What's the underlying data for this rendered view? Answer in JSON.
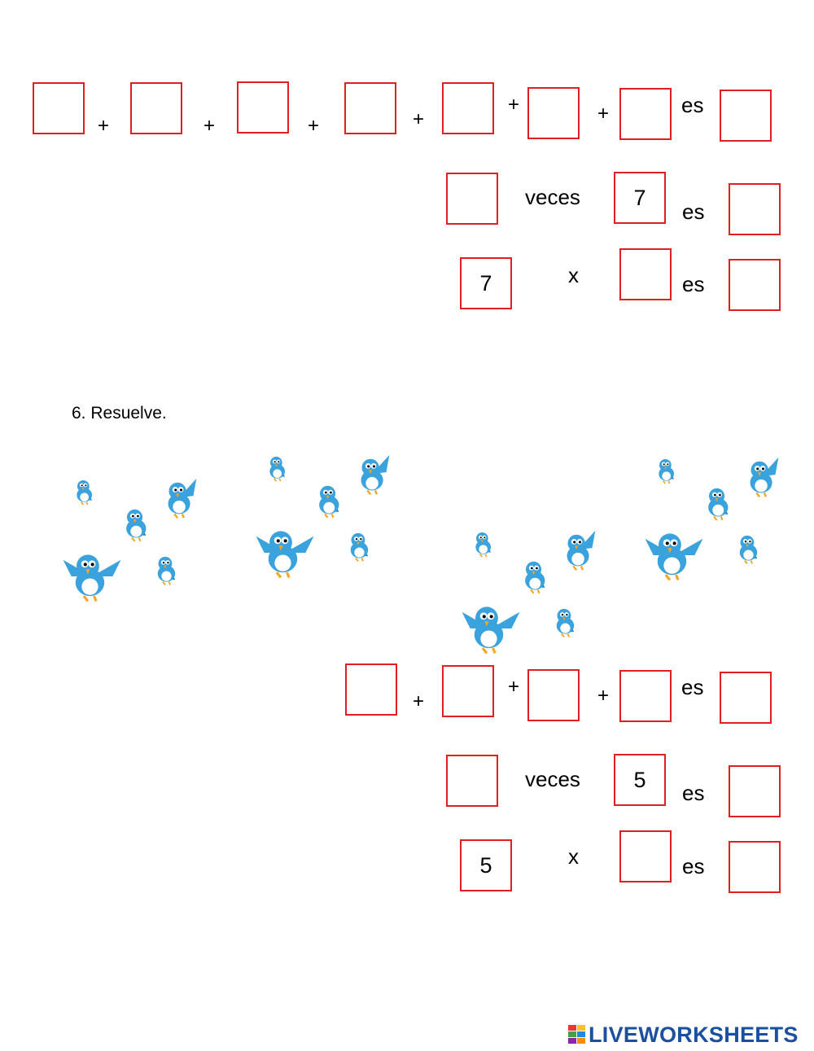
{
  "section5": {
    "addition": {
      "plus": "+",
      "equals_word": "es"
    },
    "times_row": {
      "word": "veces",
      "given": "7",
      "equals_word": "es"
    },
    "mult_row": {
      "given": "7",
      "operator": "x",
      "equals_word": "es"
    }
  },
  "section6": {
    "heading": "6.  Resuelve.",
    "addition": {
      "plus": "+",
      "equals_word": "es"
    },
    "times_row": {
      "word": "veces",
      "given": "5",
      "equals_word": "es"
    },
    "mult_row": {
      "given": "5",
      "operator": "x",
      "equals_word": "es"
    },
    "bird_groups": 4,
    "birds_per_group": 5
  },
  "colors": {
    "box_border": "#e02020",
    "bird": "#3aa2dc",
    "logo": "#1b4fa0"
  },
  "icons": {
    "bird": "bluebird-icon"
  },
  "footer": {
    "logo_text": "LIVEWORKSHEETS"
  }
}
